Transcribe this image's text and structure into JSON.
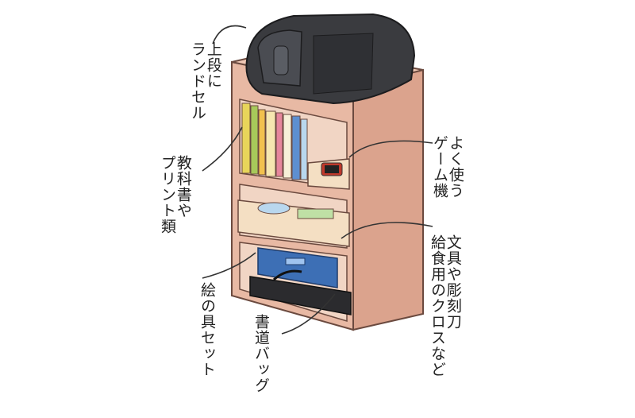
{
  "labels": {
    "randoseru": "上段に\nランドセル",
    "textbooks": "教科書や\nプリント類",
    "game": "よく使う\nゲーム機",
    "stationery": "文具や彫刻刀\n給食用のクロスなど",
    "paints": "絵の具セット",
    "calligraphy": "書道バッグ"
  },
  "colors": {
    "shelf": "#e8b9a4",
    "shelf_side": "#dba38d",
    "shelf_inner": "#f1d5c4",
    "randoseru": "#3a3b3f",
    "paint_box": "#3d6fb5",
    "bag": "#2b2b2e",
    "book_yellow": "#e8d55a",
    "book_green": "#a7c95a",
    "book_blue": "#5d8fd0",
    "book_pink": "#e6879c",
    "drawer": "#f4dfc3"
  },
  "icons": [
    "randoseru-icon",
    "game-console-icon",
    "paint-set-icon",
    "calligraphy-bag-icon"
  ]
}
